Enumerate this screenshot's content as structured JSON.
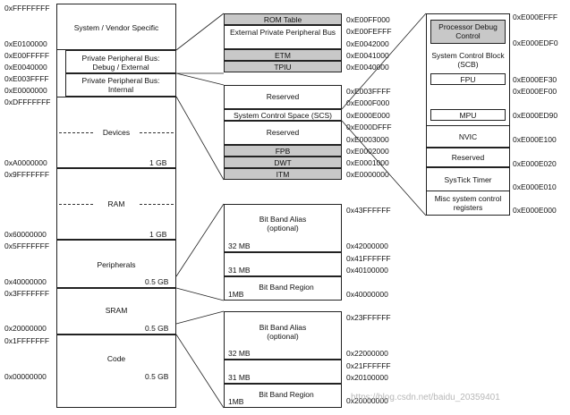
{
  "main_map": {
    "system_vendor": "System / Vendor Specific",
    "ppb_debug_external": "Private Peripheral Bus: Debug / External",
    "ppb_internal": "Private Peripheral Bus: Internal",
    "devices": "Devices",
    "devices_size": "1 GB",
    "ram": "RAM",
    "ram_size": "1 GB",
    "peripherals": "Peripherals",
    "peripherals_size": "0.5 GB",
    "sram": "SRAM",
    "sram_size": "0.5 GB",
    "code": "Code",
    "code_size": "0.5 GB",
    "addresses": [
      "0xFFFFFFFF",
      "0xE0100000",
      "0xE00FFFFF",
      "0xE0040000",
      "0xE003FFFF",
      "0xE0000000",
      "0xDFFFFFFF",
      "0xA0000000",
      "0x9FFFFFFF",
      "0x60000000",
      "0x5FFFFFFF",
      "0x40000000",
      "0x3FFFFFFF",
      "0x20000000",
      "0x1FFFFFFF",
      "0x00000000"
    ]
  },
  "ppb_external": {
    "rom_table": "ROM Table",
    "external_ppb": "External Private Peripheral Bus",
    "etm": "ETM",
    "tpiu": "TPIU",
    "addresses": [
      "0xE00FF000",
      "0xE00FEFFF",
      "0xE0042000",
      "0xE0041000",
      "0xE0040000"
    ]
  },
  "ppb_internal": {
    "reserved_1": "Reserved",
    "scs": "System Control Space (SCS)",
    "reserved_2": "Reserved",
    "fpb": "FPB",
    "dwt": "DWT",
    "itm": "ITM",
    "addresses": [
      "0xE003FFFF",
      "0xE000F000",
      "0xE000E000",
      "0xE000DFFF",
      "0xE0003000",
      "0xE0002000",
      "0xE0001000",
      "0xE0000000"
    ]
  },
  "scs_detail": {
    "processor_debug": "Processor Debug Control",
    "scb": "System Control Block (SCB)",
    "fpu": "FPU",
    "mpu": "MPU",
    "nvic": "NVIC",
    "reserved": "Reserved",
    "systick": "SysTick Timer",
    "misc": "Misc system control registers",
    "addresses": [
      "0xE000EFFF",
      "0xE000EDF0",
      "0xE000EF30",
      "0xE000EF00",
      "0xE000ED90",
      "0xE000E100",
      "0xE000E020",
      "0xE000E010",
      "0xE000E000"
    ]
  },
  "bitband_peripheral": {
    "alias": "Bit Band Alias (optional)",
    "alias_size": "32 MB",
    "reserved_size": "31 MB",
    "region_size": "1MB",
    "region": "Bit Band Region",
    "addresses": [
      "0x43FFFFFF",
      "0x42000000",
      "0x41FFFFFF",
      "0x40100000",
      "0x40000000"
    ]
  },
  "bitband_sram": {
    "alias": "Bit Band Alias (optional)",
    "alias_size": "32 MB",
    "reserved_size": "31 MB",
    "region_size": "1MB",
    "region": "Bit Band Region",
    "addresses": [
      "0x23FFFFFF",
      "0x22000000",
      "0x21FFFFFF",
      "0x20100000",
      "0x20000000"
    ]
  },
  "watermark": "https://blog.csdn.net/baidu_20359401"
}
